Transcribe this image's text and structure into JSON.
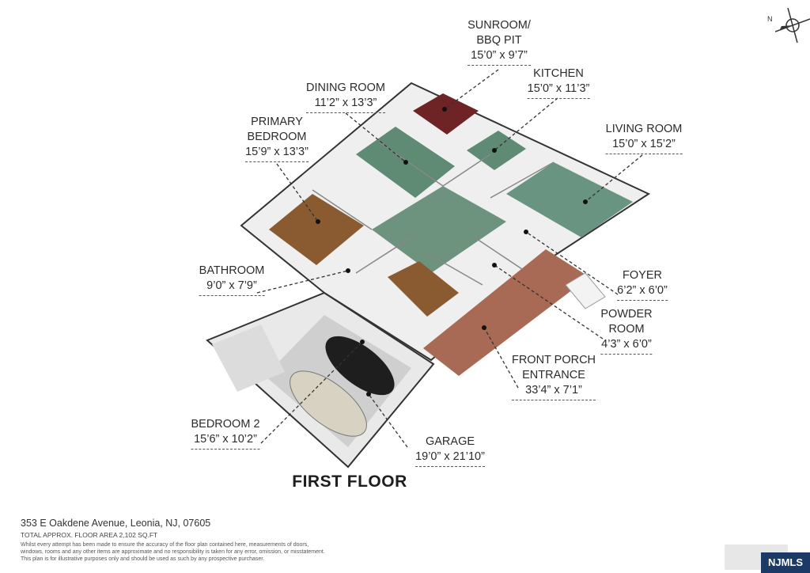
{
  "compass": {
    "north_label": "N"
  },
  "rooms": [
    {
      "id": "sunroom",
      "lines": [
        "SUNROOM/",
        "BBQ PIT"
      ],
      "dim": "15’0” x 9’7”"
    },
    {
      "id": "kitchen",
      "lines": [
        "KITCHEN"
      ],
      "dim": "15’0” x 11’3”"
    },
    {
      "id": "dining",
      "lines": [
        "DINING ROOM"
      ],
      "dim": "11’2” x 13’3”"
    },
    {
      "id": "primary",
      "lines": [
        "PRIMARY",
        "BEDROOM"
      ],
      "dim": "15’9” x 13’3”"
    },
    {
      "id": "living",
      "lines": [
        "LIVING ROOM"
      ],
      "dim": "15’0” x 15’2”"
    },
    {
      "id": "bathroom",
      "lines": [
        "BATHROOM"
      ],
      "dim": "9’0” x 7’9”"
    },
    {
      "id": "foyer",
      "lines": [
        "FOYER"
      ],
      "dim": "6’2” x 6’0”"
    },
    {
      "id": "powder",
      "lines": [
        "POWDER",
        "ROOM"
      ],
      "dim": "4’3” x 6’0”"
    },
    {
      "id": "porch",
      "lines": [
        "FRONT PORCH",
        "ENTRANCE"
      ],
      "dim": "33’4” x 7’1”"
    },
    {
      "id": "bedroom2",
      "lines": [
        "BEDROOM 2"
      ],
      "dim": "15’6” x 10’2”"
    },
    {
      "id": "garage",
      "lines": [
        "GARAGE"
      ],
      "dim": "19’0” x 21’10”"
    }
  ],
  "floor_title": "FIRST FLOOR",
  "footer": {
    "address": "353 E Oakdene Avenue, Leonia, NJ, 07605",
    "total_area": "TOTAL APPROX. FLOOR AREA 2,102 SQ.FT",
    "disclaimer_1": "Whilst every attempt has been made to ensure the accuracy of the floor plan contained here, measurements of doors,",
    "disclaimer_2": "windows, rooms and any other items are approximate and no responsibility is taken for any error, omission, or misstatement.",
    "disclaimer_3": "This plan is for illustrative purposes only and should be used as such by any prospective purchaser."
  },
  "badge": "NJMLS",
  "colors": {
    "floor_green": "#5f8a74",
    "wood": "#8a5a30",
    "sunroom": "#6e2424",
    "porch": "#a86a55",
    "garage": "#cfcfcf",
    "wall": "#f2f2f2"
  }
}
